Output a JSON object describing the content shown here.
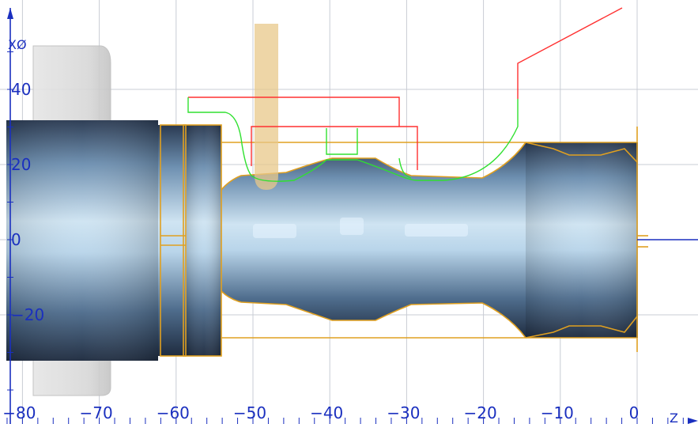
{
  "view": {
    "x_axis_label": "XØ",
    "z_axis_label": "Z",
    "z_ticks": [
      -80,
      -70,
      -60,
      -50,
      -40,
      -30,
      -20,
      -10,
      0
    ],
    "x_ticks": [
      40,
      20,
      0,
      -20
    ]
  },
  "colors": {
    "axis": "#1a2fbf",
    "grid": "#c8ccd4",
    "contour": "#e0a020",
    "toolpath_red": "#ff3030",
    "toolpath_green": "#30e030",
    "tool": "#e8c88a",
    "chuck": "#dcdcdc",
    "stock_dark": "#2a3a52",
    "stock_light": "#cfe4f2"
  },
  "icons": {
    "x_arrow": "arrow-up-icon",
    "z_arrow": "arrow-right-icon"
  }
}
